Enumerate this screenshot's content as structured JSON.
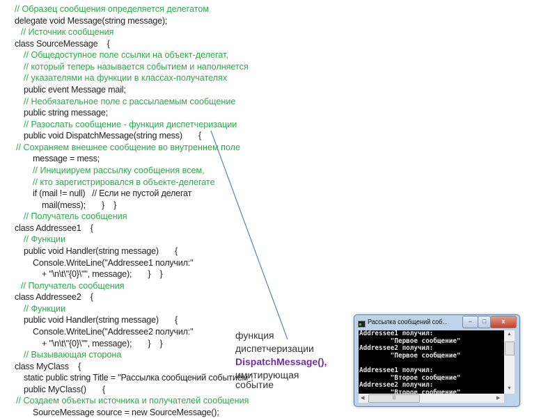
{
  "code_lines": [
    {
      "kind": "comment",
      "text": "// Образец сообщения определяется делегатом"
    },
    {
      "kind": "code",
      "text": "delegate void Message(string message);"
    },
    {
      "kind": "comment",
      "text": "// Источник сообщения"
    },
    {
      "kind": "code",
      "text": "class SourceMessage    {"
    },
    {
      "kind": "comment",
      "text": "// Общедоступное поле ссылки на объект-делегат,"
    },
    {
      "kind": "comment",
      "text": "// который теперь называется событием и наполняется"
    },
    {
      "kind": "comment",
      "text": "// указателями на функции в классах-получателях"
    },
    {
      "kind": "code",
      "text": "public event Message mail;"
    },
    {
      "kind": "comment",
      "text": "// Необязательное поле с рассылаемым сообщение"
    },
    {
      "kind": "code",
      "text": "public string message;"
    },
    {
      "kind": "comment",
      "text": "// Разослать сообщение - функция диспетчеризации"
    },
    {
      "kind": "code",
      "text": "public void DispatchMessage(string mess)       {"
    },
    {
      "kind": "comment",
      "text": "// Сохраняем внешнее сообщение во внутреннем поле"
    },
    {
      "kind": "code",
      "text": "message = mess;"
    },
    {
      "kind": "comment",
      "text": "// Инициируем рассылку сообщения всем,"
    },
    {
      "kind": "comment",
      "text": "// кто зарегистрировался в объекте-делегате"
    },
    {
      "kind": "code",
      "text": "if (mail != null)   // Если не пустой делегат"
    },
    {
      "kind": "code",
      "text": "mail(mess);       }    }"
    },
    {
      "kind": "comment",
      "text": "// Получатель сообщения"
    },
    {
      "kind": "code",
      "text": "class Addressee1    {"
    },
    {
      "kind": "comment",
      "text": "// Функции"
    },
    {
      "kind": "code",
      "text": "public void Handler(string message)       {"
    },
    {
      "kind": "code",
      "text": "Console.WriteLine(\"Addressee1 получил:\""
    },
    {
      "kind": "code",
      "text": "+ \"\\n\\t\\\"{0}\\\"\", message);       }    }"
    },
    {
      "kind": "comment",
      "text": "// Получатель сообщения"
    },
    {
      "kind": "code",
      "text": "class Addressee2    {"
    },
    {
      "kind": "comment",
      "text": "// Функции"
    },
    {
      "kind": "code",
      "text": "public void Handler(string message)       {"
    },
    {
      "kind": "code",
      "text": "Console.WriteLine(\"Addressee2 получил:\""
    },
    {
      "kind": "code",
      "text": "+ \"\\n\\t\\\"{0}\\\"\", message);       }    }"
    },
    {
      "kind": "comment",
      "text": "// Вызывающая сторона"
    },
    {
      "kind": "code",
      "text": "class MyClass    {"
    },
    {
      "kind": "code",
      "text": "static public string Title = \"Рассылка сообщений событием\";"
    },
    {
      "kind": "code",
      "text": "public MyClass()       {"
    },
    {
      "kind": "comment",
      "text": "// Создаем объекты источника и получателей сообщения"
    },
    {
      "kind": "code",
      "text": "SourceMessage source = new SourceMessage();"
    }
  ],
  "annotation": {
    "line1": "функция",
    "line2": "диспетчеризации",
    "line3": "DispatchMessage(),",
    "line4": "имитирующая",
    "line5": "событие"
  },
  "console_window": {
    "title": "Рассылка сообщений соб...",
    "minimize": "–",
    "maximize": "□",
    "close": "x",
    "output": [
      "Addressee1 получил:",
      "        \"Первое сообщение\"",
      "Addressee2 получил:",
      "        \"Первое сообщение\"",
      "",
      "Addressee1 получил:",
      "        \"Второе сообщение\"",
      "Addressee2 получил:",
      "        \"Второе сообщение\""
    ]
  },
  "colors": {
    "comment": "#2aa84a",
    "code": "#222222",
    "accent": "#7030a0",
    "arrow": "#5b7fb5",
    "console_bg": "#000000"
  }
}
